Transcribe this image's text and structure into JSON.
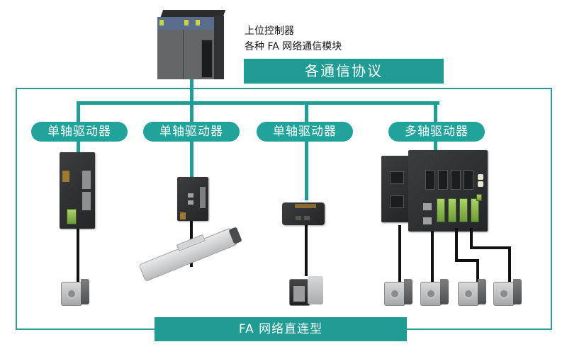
{
  "diagram": {
    "title": "FA network direct-connect servo/drive topology",
    "colors": {
      "teal_primary": "#1f9e96",
      "teal_pill": "#1fa39b",
      "banner_teal": "#1f9c93",
      "cable_black": "#111111",
      "text_dark": "#111111",
      "text_light": "#ffffff"
    },
    "controller": {
      "icon": "plc-controller-icon",
      "label_line1": "上位控制器",
      "label_line2": "各种 FA 网络通信模块"
    },
    "protocol_banner": {
      "label": "各通信协议"
    },
    "drives": [
      {
        "label": "单轴驱动器",
        "icon": "single-axis-drive-icon",
        "actuator": "servo-motor-icon"
      },
      {
        "label": "单轴驱动器",
        "icon": "single-axis-drive-compact-icon",
        "actuator": "linear-actuator-icon"
      },
      {
        "label": "单轴驱动器",
        "icon": "single-axis-drive-mini-icon",
        "actuator": "small-motor-icon"
      },
      {
        "label": "多轴驱动器",
        "icon": "multi-axis-drive-icon",
        "actuator": "servo-motor-icon",
        "motor_count": 4
      }
    ],
    "footer_banner": {
      "label": "FA 网络直连型"
    }
  }
}
